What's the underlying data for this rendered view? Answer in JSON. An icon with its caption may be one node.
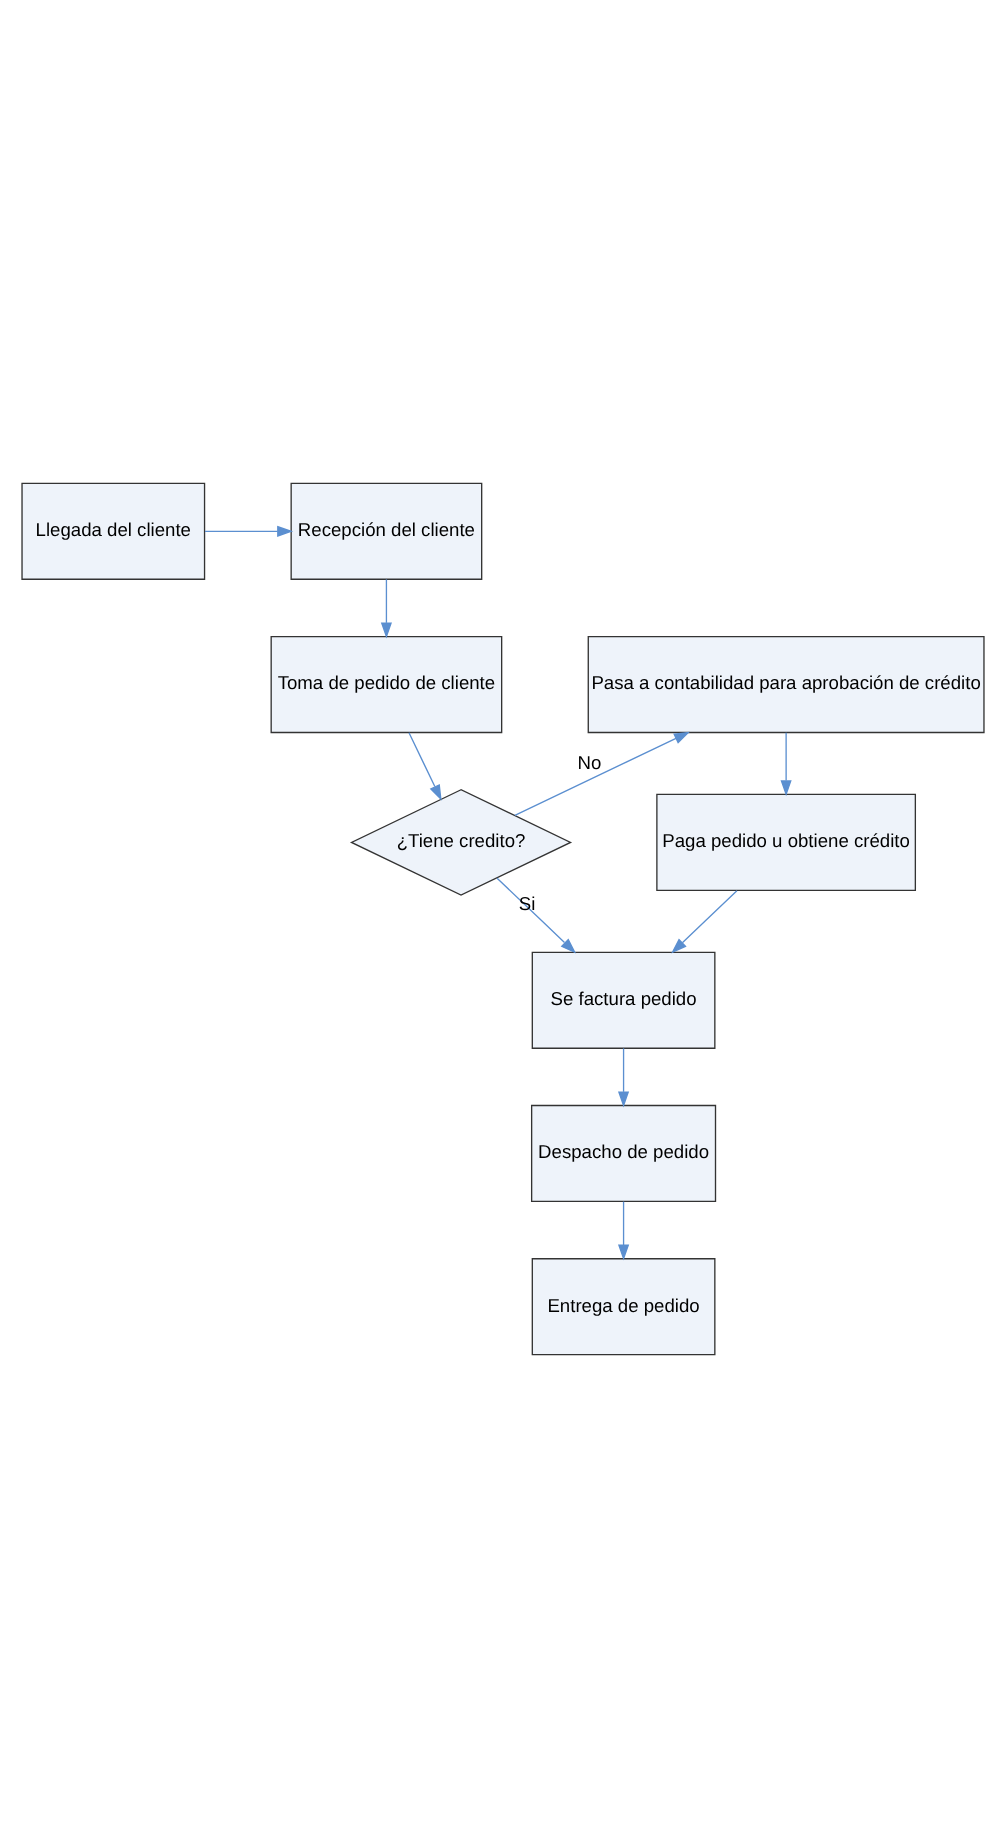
{
  "diagram": {
    "nodes": [
      {
        "text": [
          "Llegada del cliente"
        ]
      },
      {
        "text": [
          "Recepción del cliente"
        ]
      },
      {
        "text": [
          "Pasa a contabilidad para aprobación de crédito"
        ]
      },
      {
        "text": [
          "Toma de pedido de cliente"
        ]
      },
      {
        "text": [
          "¿Tiene credito?"
        ]
      },
      {
        "text": [
          "Paga pedido u obtiene crédito"
        ]
      },
      {
        "text": [
          "Se factura pedido"
        ]
      },
      {
        "text": [
          "Despacho de pedido"
        ]
      },
      {
        "text": [
          "Entrega de pedido"
        ]
      }
    ],
    "edges": [
      {
        "from": 0,
        "to": 1,
        "arrow": "to"
      },
      {
        "from": 1,
        "to": 3,
        "arrow": "to"
      },
      {
        "from": 3,
        "to": 4,
        "arrow": "to"
      },
      {
        "from": 4,
        "to": 2,
        "arrow": "to",
        "label": "No"
      },
      {
        "from": 4,
        "to": 6,
        "arrow": "to",
        "label": "Si"
      },
      {
        "from": 2,
        "to": 5,
        "arrow": "to"
      },
      {
        "from": 5,
        "to": 6,
        "arrow": "to"
      },
      {
        "from": 6,
        "to": 7,
        "arrow": "to"
      },
      {
        "from": 7,
        "to": 8,
        "arrow": "to"
      }
    ]
  }
}
